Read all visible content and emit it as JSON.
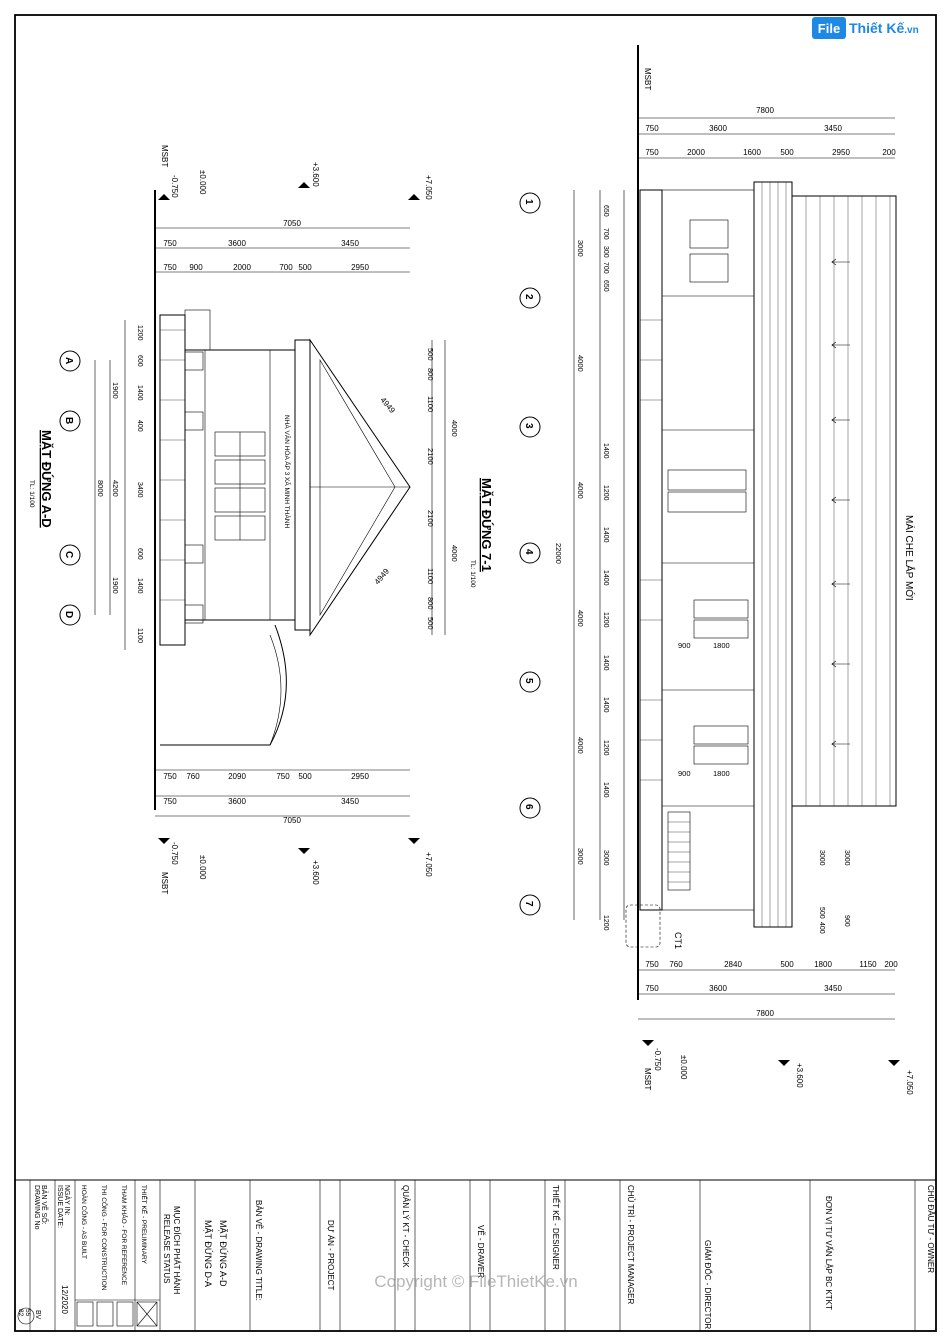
{
  "brand": {
    "logo": "File",
    "name": "Thiết Kế",
    "suffix": ".vn"
  },
  "watermark": "Copyright © FileThietKe.vn",
  "elevation_ad": {
    "title": "MẶT ĐỨNG A-D",
    "scale": "TL: 1/100",
    "building_name": "NHÀ VĂN HÓA ẤP 3 XÃ MINH THÀNH",
    "levels": [
      "MSBT",
      "-0.750",
      "±0.000",
      "+3.600",
      "+7.050"
    ],
    "dims_total": "7050",
    "dims_row2": [
      "750",
      "3600",
      "3450"
    ],
    "dims_row3_top": [
      "750",
      "900",
      "2000",
      "700",
      "500",
      "2950"
    ],
    "dims_row3_bottom": [
      "750",
      "760",
      "2090",
      "750",
      "500",
      "2950"
    ],
    "axes": [
      "A",
      "B",
      "C",
      "D"
    ],
    "axis_dims": [
      "1900",
      "4200",
      "1900"
    ],
    "axis_total": "8000",
    "left_dims": [
      "1200",
      "600",
      "1400",
      "400",
      "3400",
      "600",
      "1400",
      "1100"
    ],
    "roof_dims": [
      "500",
      "800",
      "1100",
      "2100",
      "2100",
      "1100",
      "800",
      "500"
    ],
    "roof_total": [
      "4000",
      "4000"
    ],
    "rafter": "4949"
  },
  "elevation_71": {
    "title": "MẶT ĐỨNG 7-1",
    "scale": "TL: 1/100",
    "roof_note": "MÁI CHE LẮP MỚI",
    "detail_tag": "CT1",
    "levels": [
      "MSBT",
      "-0.750",
      "±0.000",
      "+3.600",
      "+7.050"
    ],
    "dims_total": "7800",
    "dims_row2": [
      "750",
      "3600",
      "3450"
    ],
    "dims_row3_top": [
      "750",
      "2000",
      "1600",
      "500",
      "2950",
      "200"
    ],
    "dims_row3_bottom": [
      "750",
      "760",
      "2840",
      "500",
      "1800",
      "1150",
      "200"
    ],
    "axes": [
      "1",
      "2",
      "3",
      "4",
      "5",
      "6",
      "7"
    ],
    "axis_dims": [
      "3000",
      "4000",
      "4000",
      "4000",
      "4000",
      "3000"
    ],
    "axis_total": "22000",
    "inner_dims": [
      "650",
      "700",
      "300",
      "700",
      "650",
      "1400",
      "1200",
      "1400",
      "1400",
      "1200",
      "1400",
      "1400",
      "1200",
      "1400"
    ],
    "window_dims": [
      "900",
      "1800"
    ],
    "end_dims": [
      "1200",
      "3000",
      "3000",
      "500",
      "400",
      "900"
    ]
  },
  "title_block": {
    "owner": "CHỦ ĐẦU TƯ - OWNER",
    "consultant": "ĐƠN VỊ TƯ VẤN LẬP BC KTKT",
    "director": "GIÁM ĐỐC - DIRECTOR",
    "pm": "CHỦ TRÌ - PROJECT MANAGER",
    "designer": "THIẾT KẾ - DESIGNER",
    "drawer": "VẼ - DRAWER",
    "checker": "QUẢN LÝ KT - CHECK",
    "project": "DỰ ÁN - PROJECT",
    "drawing_title_label": "BẢN VẼ - DRAWING TITLE:",
    "drawing_title_1": "MẶT ĐỨNG A-D",
    "drawing_title_2": "MẶT ĐỨNG D-A",
    "purpose_label": "MỤC ĐÍCH PHÁT HÀNH",
    "purpose_sub": "RELEASE STATUS",
    "status": [
      "THIẾT KẾ - PRELIMINARY",
      "THAM KHẢO - FOR REFERENCE",
      "THI CÔNG - FOR CONSTRUCTION",
      "HOÀN CÔNG - AS BUILT"
    ],
    "issue_label_1": "NGÀY IN:",
    "issue_label_2": "ISSUE DATE:",
    "issue_date": "12/2020",
    "drawing_no_label_1": "BẢN VẼ SỐ:",
    "drawing_no_label_2": "DRAWING No",
    "sheet_prefix": "BV",
    "sheet_num": "55",
    "sheet_den": "82"
  }
}
